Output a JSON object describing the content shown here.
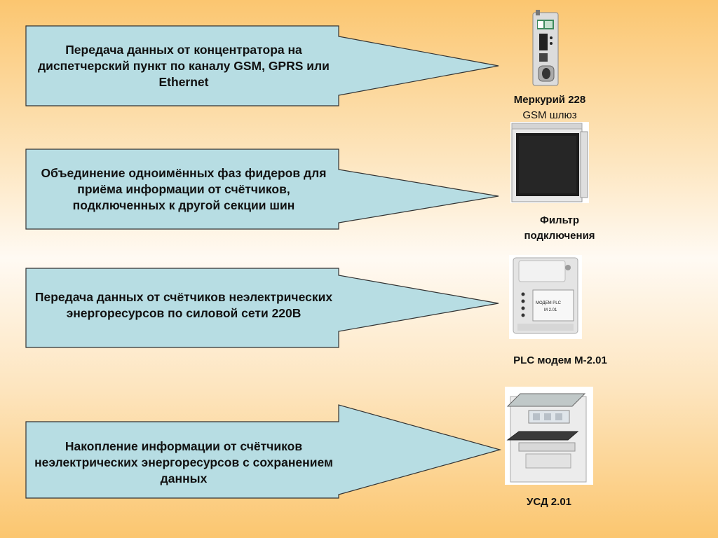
{
  "colors": {
    "box_fill": "#b7dde3",
    "box_stroke": "#333333"
  },
  "rows": [
    {
      "text": "Передача данных от концентратора на диспетчерский пункт по каналу GSM, GPRS или Ethernet"
    },
    {
      "text": "Объединение одноимённых фаз фидеров для приёма информации от счётчиков, подключенных к другой секции шин"
    },
    {
      "text": "Передача  данных от счётчиков неэлектрических энергоресурсов по силовой сети 220В"
    },
    {
      "text": "Накопление информации от счётчиков неэлектрических энергоресурсов с сохранением данных"
    }
  ],
  "devices": [
    {
      "icon": "gsm-gateway-icon",
      "caption_line1": "Меркурий 228",
      "caption_line2": "GSM шлюз"
    },
    {
      "icon": "connection-filter-icon",
      "caption_line1": "Фильтр",
      "caption_line2": "подключения"
    },
    {
      "icon": "plc-modem-icon",
      "caption_line1": "PLC модем М-2.01",
      "device_label_1": "МОДЕМ PLC",
      "device_label_2": "М 2.01"
    },
    {
      "icon": "usd-cabinet-icon",
      "caption_line1": "УСД 2.01"
    }
  ]
}
